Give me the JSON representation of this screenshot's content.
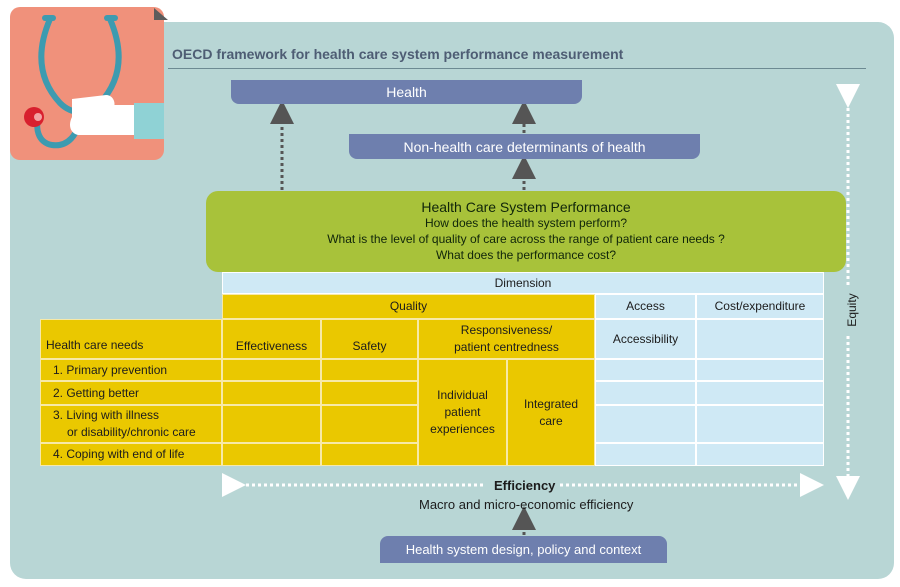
{
  "title": "OECD framework for health care system performance measurement",
  "boxes": {
    "health": "Health",
    "non_health": "Non-health care determinants of health",
    "performance": {
      "heading": "Health Care System Performance",
      "questions": [
        "How does the health system perform?",
        "What is the level of quality of care across the range of patient care needs ?",
        "What does the performance cost?"
      ]
    },
    "design": "Health system design, policy and context"
  },
  "matrix": {
    "dimension": "Dimension",
    "quality": "Quality",
    "access": "Access",
    "cost": "Cost/expenditure",
    "effectiveness": "Effectiveness",
    "safety": "Safety",
    "responsiveness": [
      "Responsiveness/",
      "patient centredness"
    ],
    "accessibility": "Accessibility",
    "individual": [
      "Individual",
      "patient",
      "experiences"
    ],
    "integrated": [
      "Integrated",
      "care"
    ],
    "needs_header": "Health care needs",
    "needs": [
      [
        "1. Primary prevention"
      ],
      [
        "2. Getting better"
      ],
      [
        "3. Living with illness",
        "or disability/chronic care"
      ],
      [
        "4. Coping with end of life"
      ]
    ]
  },
  "efficiency": {
    "label": "Efficiency",
    "sub": "Macro and micro-economic efficiency"
  },
  "equity": "Equity",
  "colors": {
    "panel": "#b8d6d5",
    "bar": "#6e7fae",
    "performance": "#a8c23a",
    "quality": "#eac800",
    "access": "#cfe9f5",
    "logo": "#f0917b"
  }
}
